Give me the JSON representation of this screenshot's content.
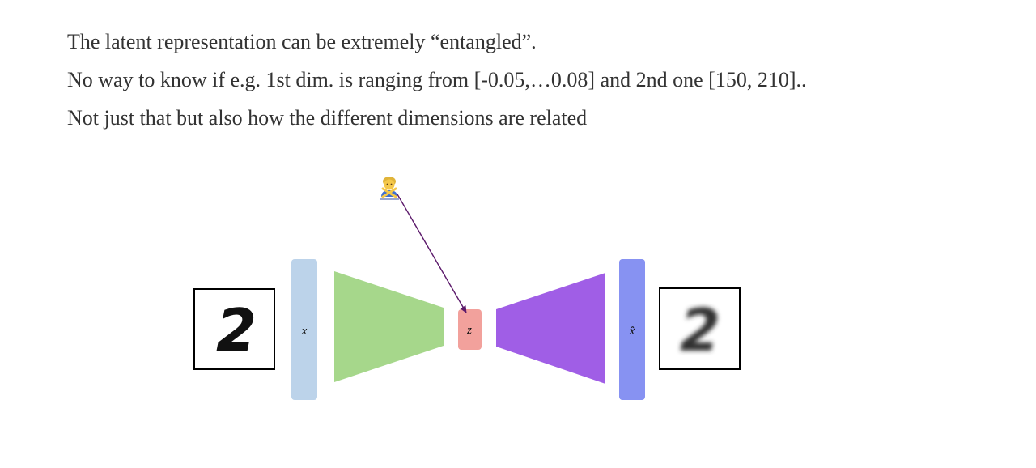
{
  "text": {
    "line1": "The latent representation can be extremely “entangled”.",
    "line2": "No way to know if e.g. 1st dim. is ranging from [-0.05,…0.08] and 2nd one [150, 210]..",
    "line3": "Not just that but also how the different dimensions are related"
  },
  "diagram": {
    "input_label": "x",
    "latent_label": "z",
    "output_label": "x̂",
    "input_digit": "2",
    "output_digit": "2",
    "annotation_icon": "person-crossing-arms-icon",
    "colors": {
      "input_bar": "#bcd3ea",
      "encoder": "#a6d78b",
      "latent": "#f2a19c",
      "decoder": "#a05ee6",
      "output_bar": "#8792f2",
      "arrow": "#5c1a6b"
    }
  }
}
